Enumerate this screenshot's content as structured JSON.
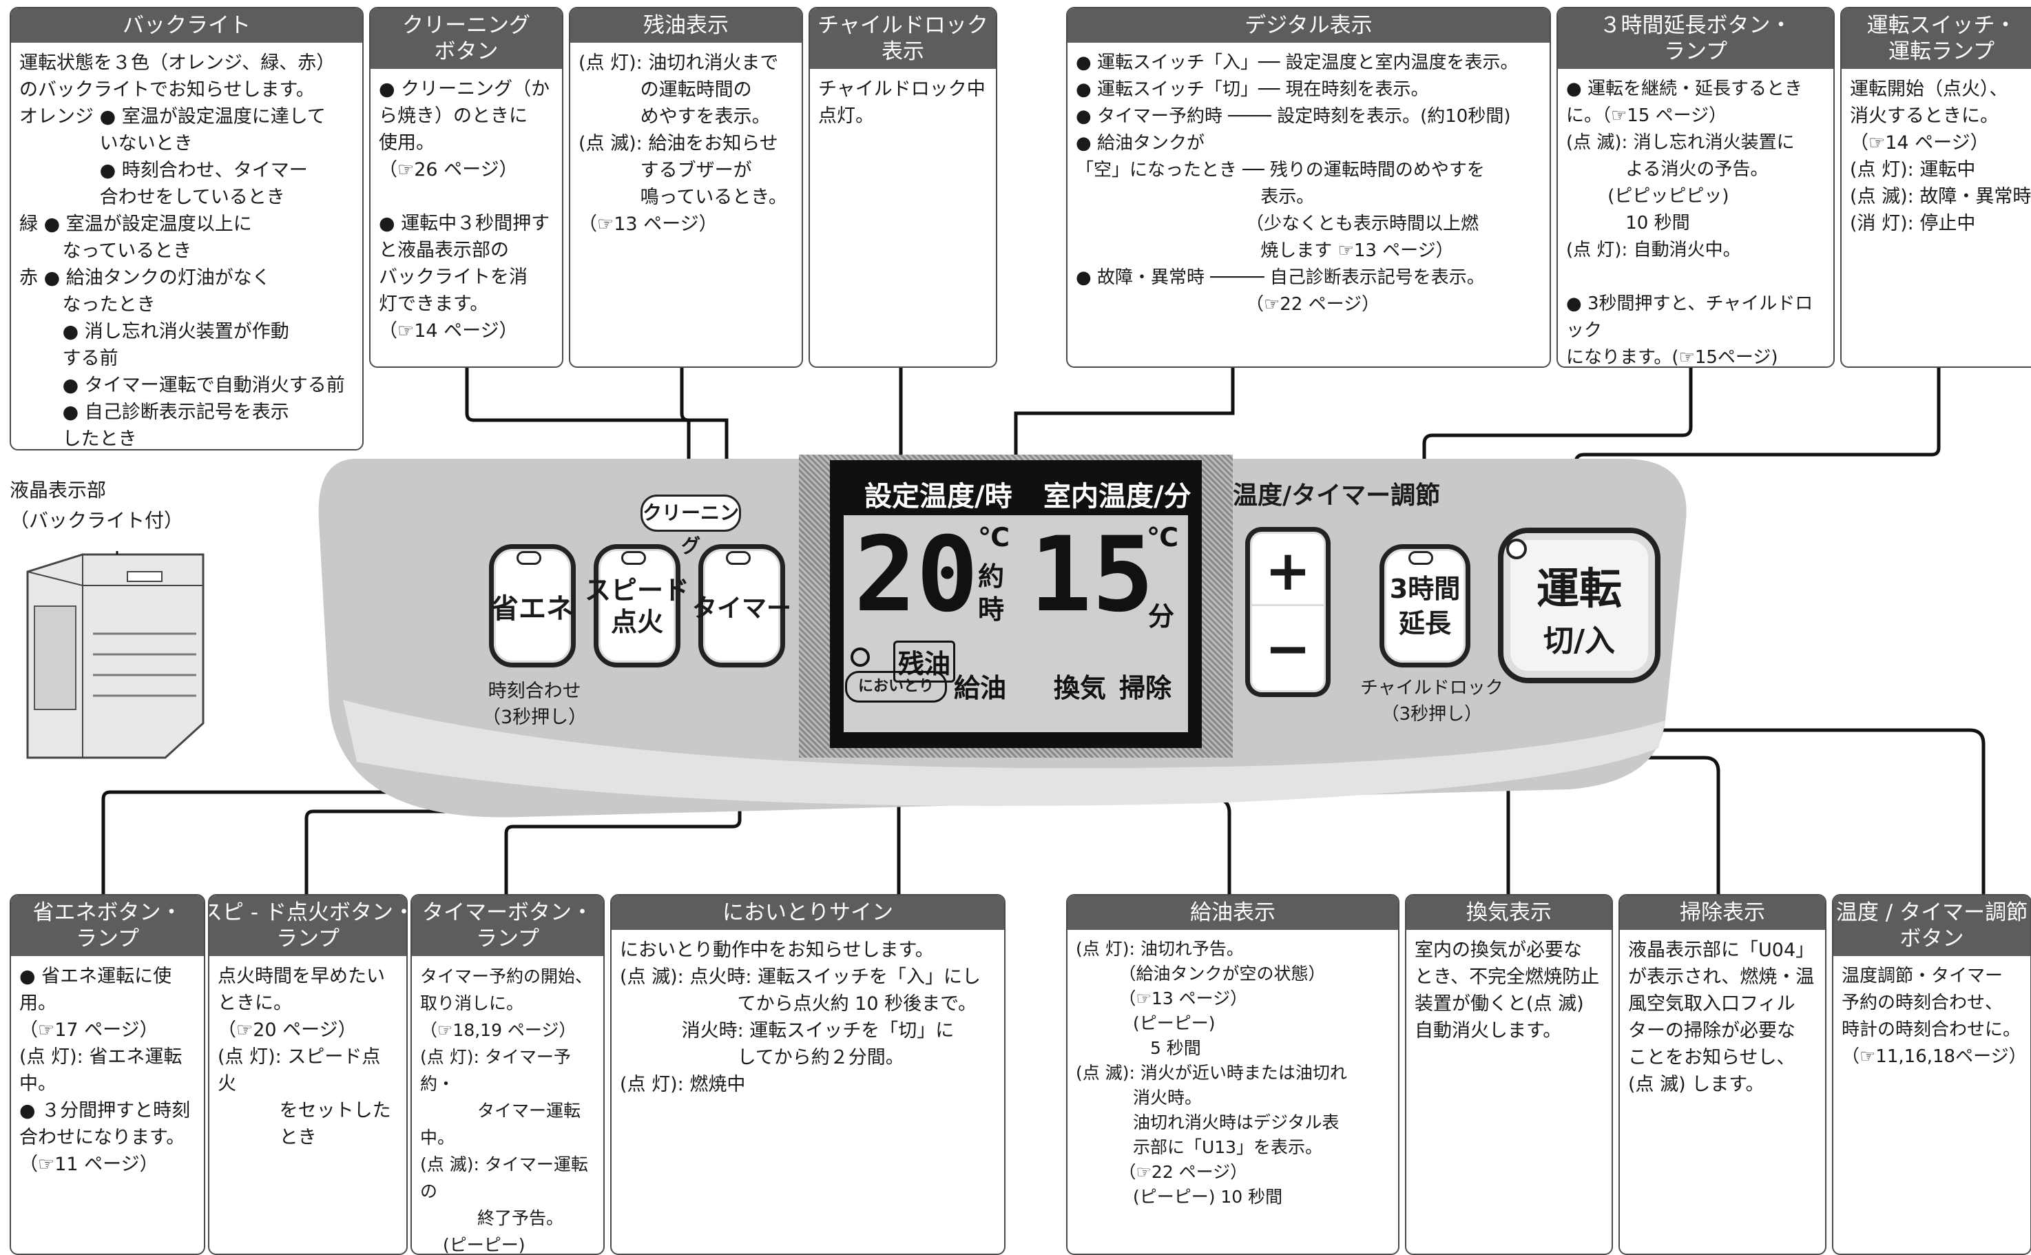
{
  "boxes": {
    "backlight": {
      "title": "バックライト",
      "lines": [
        "運転状態を３色（オレンジ、緑、赤）",
        "のバックライトでお知らせします。",
        "オレンジ ● 室温が設定温度に達して",
        "　　　　 いないとき",
        "　　　　 ● 時刻合わせ、タイマー",
        "　　　　 合わせをしているとき",
        "緑 ● 室温が設定温度以上に",
        "　　 なっているとき",
        "赤 ● 給油タンクの灯油がなく",
        "　　 なったとき",
        "　　 ● 消し忘れ消火装置が作動",
        "　　 する前",
        "　　 ● タイマー運転で自動消火する前",
        "　　 ● 自己診断表示記号を表示",
        "　　 したとき"
      ]
    },
    "cleaning": {
      "title": "クリーニング\nボタン",
      "lines": [
        "● クリーニング（か",
        "ら焼き）のときに",
        "使用。",
        "（☞26 ページ）",
        "",
        "● 運転中３秒間押す",
        "と液晶表示部の",
        "バックライトを消",
        "灯できます。",
        "（☞14 ページ）"
      ]
    },
    "residual": {
      "title": "残油表示",
      "lines": [
        "(点 灯): 油切れ消火まで",
        "　　　 の運転時間の",
        "　　　 めやすを表示。",
        "(点 滅): 給油をお知らせ",
        "　　　 するブザーが",
        "　　　 鳴っているとき。",
        "（☞13 ページ）"
      ]
    },
    "childlock": {
      "title": "チャイルドロック表示",
      "lines": [
        "チャイルドロック中",
        "点灯。"
      ]
    },
    "digital": {
      "title": "デジタル表示",
      "lines": [
        "● 運転スイッチ「入」── 設定温度と室内温度を表示。",
        "● 運転スイッチ「切」── 現在時刻を表示。",
        "● タイマー予約時 ──── 設定時刻を表示。(約10秒間)",
        "● 給油タンクが",
        "「空」になったとき ── 残りの運転時間のめやすを",
        "　　　　　　　　　　 表示。",
        "　　　　　　　　　　（少なくとも表示時間以上燃",
        "　　　　　　　　　　 焼します ☞13 ページ）",
        "● 故障・異常時 ───── 自己診断表示記号を表示。",
        "　　　　　　　　　　（☞22 ページ）"
      ]
    },
    "extend": {
      "title": "３時間延長ボタン・\nランプ",
      "lines": [
        "● 運転を継続・延長するとき",
        "に。（☞15 ページ）",
        "(点 滅): 消し忘れ消火装置に",
        "　　　 よる消火の予告。",
        "　　 (ピピッピピッ)",
        "　　　 10 秒間",
        "(点 灯): 自動消火中。",
        "",
        "● 3秒間押すと、チャイルドロック",
        "になります。(☞15ページ)"
      ]
    },
    "power": {
      "title": "運転スイッチ・\n運転ランプ",
      "lines": [
        "運転開始（点火）、",
        "消火するときに。",
        "（☞14 ページ）",
        "(点 灯): 運転中",
        "(点 滅): 故障・異常時",
        "(消 灯): 停止中"
      ]
    },
    "eco": {
      "title": "省エネボタン・\nランプ",
      "lines": [
        "● 省エネ運転に使用。",
        "（☞17 ページ）",
        "(点 灯): 省エネ運転中。",
        "● ３分間押すと時刻",
        "合わせになります。",
        "（☞11 ページ）"
      ]
    },
    "speed": {
      "title": "スピ - ド点火ボタン・\nランプ",
      "lines": [
        "点火時間を早めたい",
        "ときに。",
        "（☞20 ページ）",
        "(点 灯): スピード点火",
        "　　　 をセットした",
        "　　　 とき"
      ]
    },
    "timer": {
      "title": "タイマーボタン・\nランプ",
      "lines": [
        "タイマー予約の開始、",
        "取り消しに。",
        "（☞18,19 ページ）",
        "(点 灯): タイマー予約・",
        "　　　 タイマー運転中。",
        "(点 滅): タイマー運転の",
        "　　　 終了予告。",
        "　 (ピーピー)",
        "　 10 秒間"
      ]
    },
    "odor": {
      "title": "においとりサイン",
      "lines": [
        "においとり動作中をお知らせします。",
        "(点 滅): 点火時: 運転スイッチを「入」にし",
        "　　　　　　 てから点火約 10 秒後まで。",
        "　　　 消火時: 運転スイッチを「切」に",
        "　　　　　　 してから約２分間。",
        "(点 灯): 燃焼中"
      ]
    },
    "refuel": {
      "title": "給油表示",
      "lines": [
        "(点 灯): 油切れ予告。",
        "　　　（給油タンクが空の状態）",
        "　　　（☞13 ページ）",
        "　　　 (ピーピー)",
        "　　　　 5 秒間",
        "(点 滅): 消火が近い時または油切れ",
        "　　　 消火時。",
        "　　　 油切れ消火時はデジタル表",
        "　　　 示部に「U13」を表示。",
        "　　　（☞22 ページ）",
        "　　　 (ピーピー) 10 秒間"
      ]
    },
    "vent": {
      "title": "換気表示",
      "lines": [
        "室内の換気が必要な",
        "とき、不完全燃焼防止",
        "装置が働くと(点 滅)",
        "自動消火します。"
      ]
    },
    "clean": {
      "title": "掃除表示",
      "lines": [
        "液晶表示部に「U04」",
        "が表示され、燃焼・温",
        "風空気取入口フィル",
        "ターの掃除が必要な",
        "ことをお知らせし、",
        "(点 滅) します。"
      ]
    },
    "tempadj": {
      "title": "温度 / タイマー調節\nボタン",
      "lines": [
        "温度調節・タイマー",
        "予約の時刻合わせ、",
        "時計の時刻合わせに。",
        "（☞11,16,18ページ）"
      ]
    }
  },
  "panel": {
    "heater_label": "液晶表示部\n（バックライト付）",
    "cleaning_tag": "クリーニング",
    "btn_eco": "省エネ",
    "btn_speed": "スピード\n点火",
    "btn_timer": "タイマー",
    "clock_note": "時刻合わせ\n（3秒押し）",
    "lcd_set": "設定温度/時",
    "lcd_room": "室内温度/分",
    "lcd_val_set": "20",
    "lcd_val_room": "15",
    "lcd_c1": "℃",
    "lcd_c2": "℃",
    "lcd_yaku": "約",
    "lcd_ji": "時",
    "lcd_fun": "分",
    "lcd_zanyu": "残油",
    "lcd_kyuyu": "給油",
    "lcd_kanki": "換気",
    "lcd_souji": "掃除",
    "lcd_nioi": "においとり",
    "adj_title": "温度/タイマー調節",
    "plus": "+",
    "minus": "−",
    "btn_extend": "3時間\n延長",
    "btn_power_main": "運転",
    "btn_power_sub": "切/入",
    "childlock_note": "チャイルドロック\n（3秒押し）"
  }
}
